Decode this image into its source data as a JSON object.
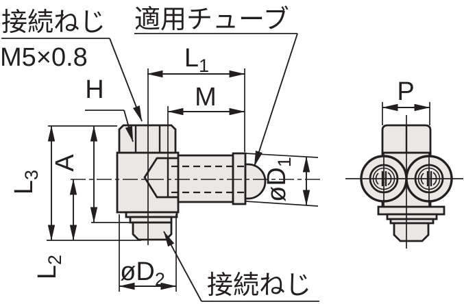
{
  "colors": {
    "line": "#231f20",
    "fill": "#e9e8e5",
    "background": "#ffffff"
  },
  "annotations": {
    "connection_thread_top": {
      "line1": "接続ねじ",
      "line2": "M5×0.8"
    },
    "applicable_tube": {
      "label": "適用チューブ"
    },
    "connection_thread_bottom": {
      "label": "接続ねじ"
    }
  },
  "dimensions": {
    "L1": {
      "base": "L",
      "sub": "1"
    },
    "M": {
      "base": "M",
      "sub": ""
    },
    "H": {
      "base": "H",
      "sub": ""
    },
    "A": {
      "base": "A",
      "sub": ""
    },
    "L3": {
      "base": "L",
      "sub": "3"
    },
    "L2": {
      "base": "L",
      "sub": "2"
    },
    "D1": {
      "base": "øD",
      "sub": "1"
    },
    "D2": {
      "base": "øD",
      "sub": "2"
    },
    "P": {
      "base": "P",
      "sub": ""
    }
  }
}
